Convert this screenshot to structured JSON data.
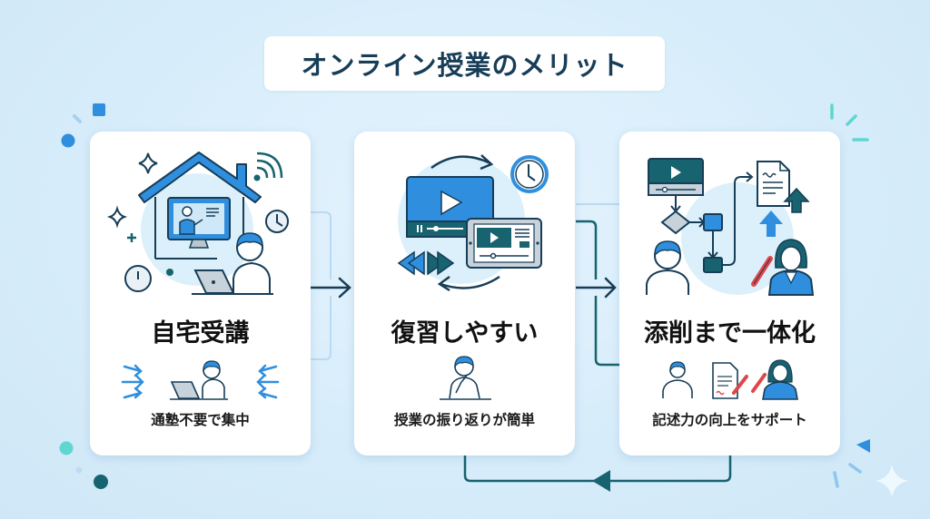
{
  "title": "オンライン授業のメリット",
  "colors": {
    "navy": "#173d57",
    "blue": "#2f8fde",
    "teal": "#17636f",
    "mint": "#5fd6d0",
    "light_circle": "#dcf0fb"
  },
  "cards": [
    {
      "heading": "自宅受講",
      "caption": "通塾不要で集中",
      "illustration": "house-with-monitor-and-student-icon",
      "mini_illustration": "student-focused-laptop-icon"
    },
    {
      "heading": "復習しやすい",
      "caption": "授業の振り返りが簡単",
      "illustration": "video-replay-tablet-icon",
      "mini_illustration": "student-thinking-icon"
    },
    {
      "heading": "添削まで一体化",
      "caption": "記述力の向上をサポート",
      "illustration": "flowchart-document-teacher-icon",
      "mini_illustration": "student-document-teacher-icon"
    }
  ],
  "connectors": [
    {
      "from": 0,
      "to": 1,
      "type": "arrow-right"
    },
    {
      "from": 1,
      "to": 2,
      "type": "arrow-right"
    },
    {
      "from": 2,
      "to": 1,
      "type": "loop-back-arrow"
    }
  ]
}
